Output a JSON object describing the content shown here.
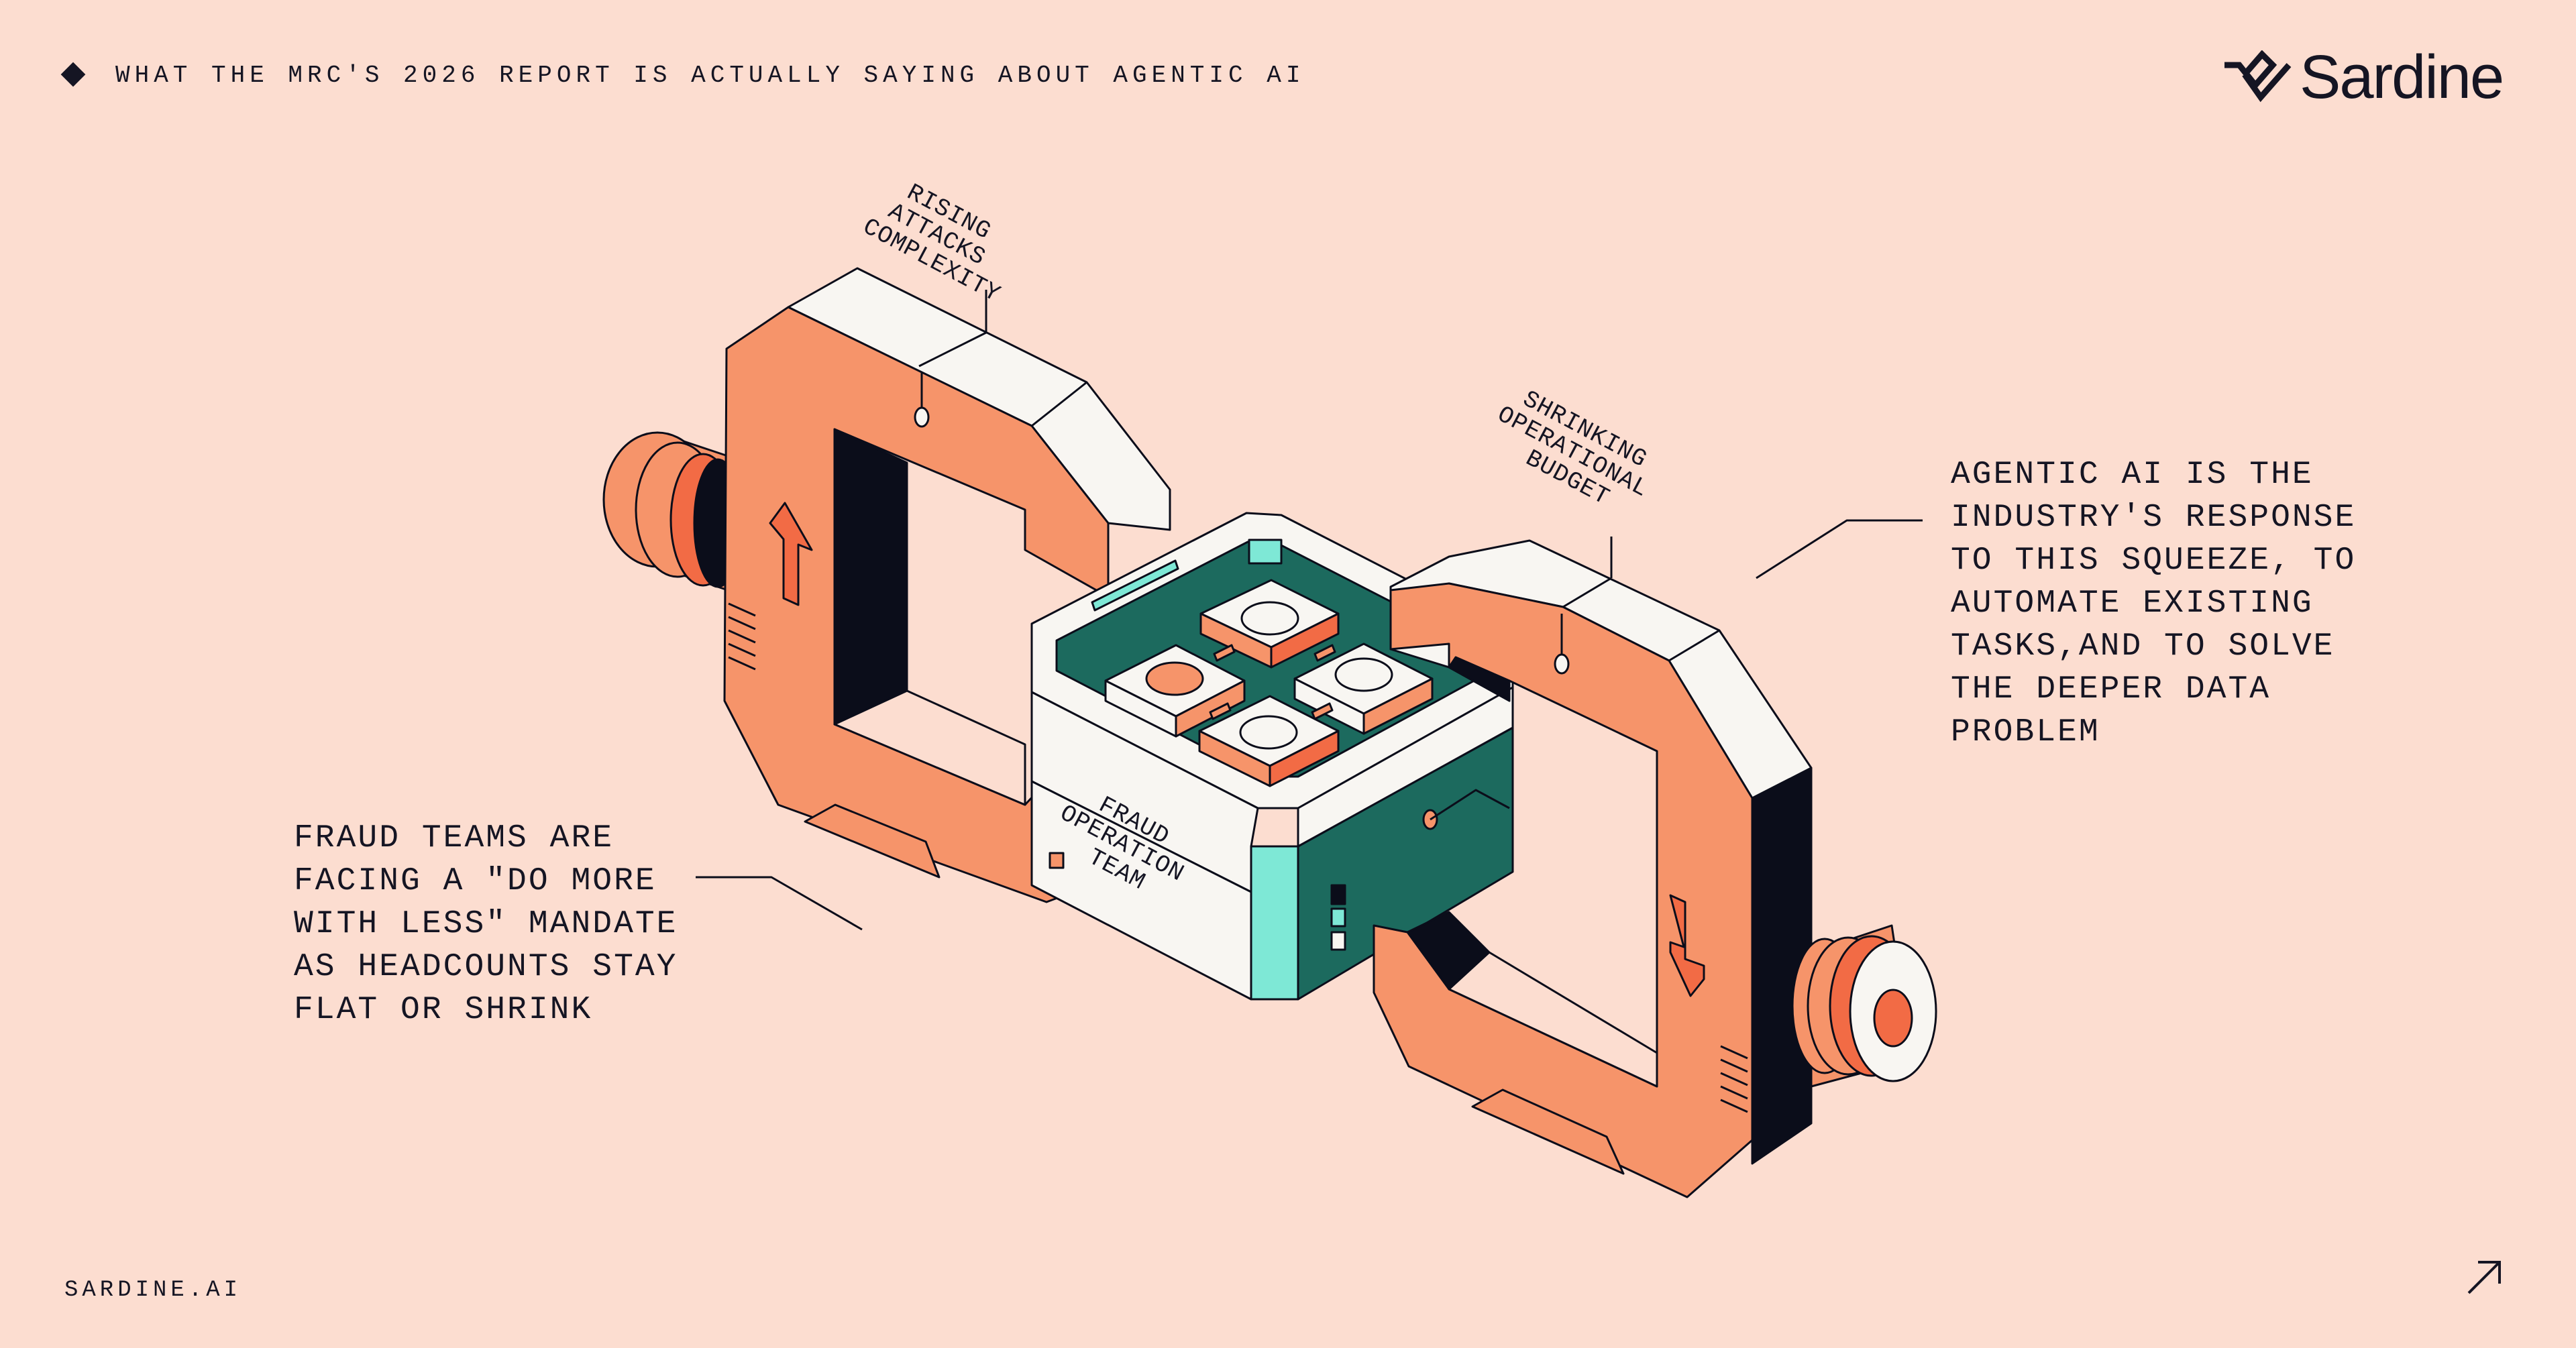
{
  "header": {
    "title": "WHAT THE MRC'S 2026 REPORT IS ACTUALLY SAYING ABOUT AGENTIC AI",
    "brand_name": "Sardine"
  },
  "callouts": {
    "left": "FRAUD TEAMS ARE\nFACING A \"DO MORE\nWITH LESS\" MANDATE\nAS HEADCOUNTS STAY\nFLAT OR SHRINK",
    "right": "AGENTIC AI IS THE\nINDUSTRY'S RESPONSE\nTO THIS SQUEEZE, TO\nAUTOMATE EXISTING\nTASKS,AND TO SOLVE\nTHE DEEPER DATA\nPROBLEM"
  },
  "labels": {
    "clamp_left": [
      "RISING",
      "ATTACKS",
      "COMPLEXITY"
    ],
    "clamp_right": [
      "SHRINKING",
      "OPERATIONAL",
      "BUDGET"
    ],
    "center_box": [
      "FRAUD",
      "OPERATION",
      "TEAM"
    ]
  },
  "footer": {
    "site": "SARDINE.AI"
  },
  "colors": {
    "background": "#FCDDD0",
    "clamp_orange": "#F6946A",
    "accent_red": "#F26B45",
    "teal": "#1C6A5E",
    "mint": "#7EE8D6",
    "ink": "#0B0D1A",
    "off_white": "#F8F6F2"
  },
  "icons": {
    "brand": "sardine-logo-icon",
    "footer_link": "arrow-up-right-icon",
    "header_bullet": "diamond-icon"
  }
}
